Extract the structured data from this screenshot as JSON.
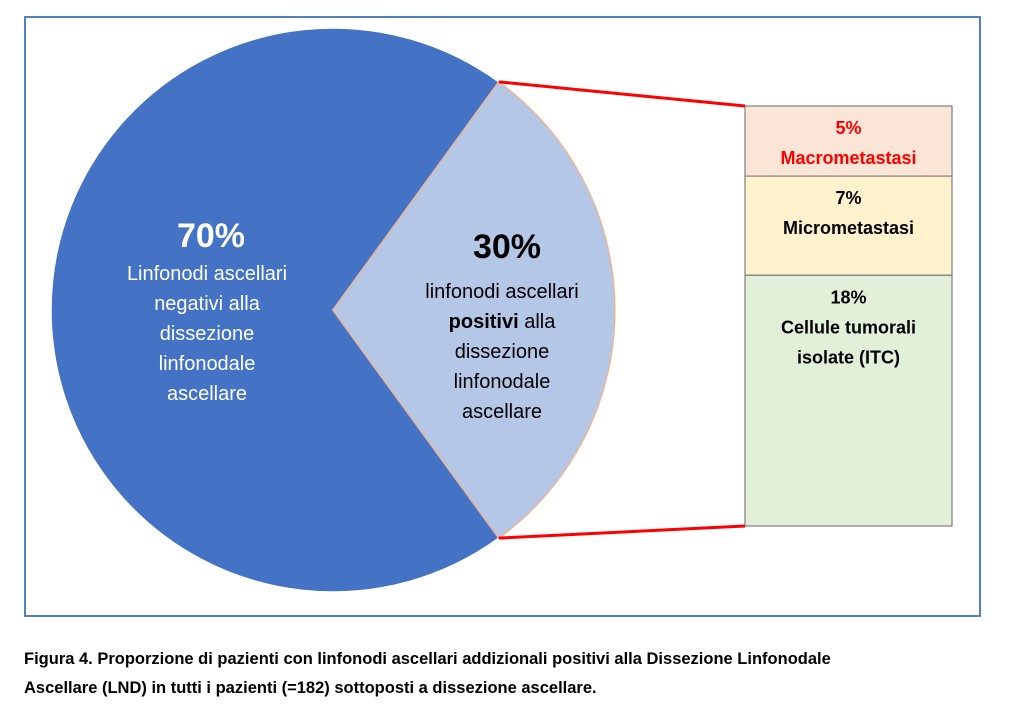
{
  "chart_data": {
    "type": "pie",
    "subtype": "bar-of-pie",
    "slices": [
      {
        "value": 70,
        "percent_label": "70%",
        "label_lines": [
          "Linfonodi ascellari",
          "negativi alla",
          "dissezione",
          "linfonodale",
          "ascellare"
        ],
        "color": "#4472c4",
        "text_color": "#ffffff"
      },
      {
        "value": 30,
        "percent_label": "30%",
        "label_lines": [
          [
            {
              "text": "linfonodi ascellari",
              "bold": false
            }
          ],
          [
            {
              "text": "positivi",
              "bold": true
            },
            {
              "text": " alla",
              "bold": false
            }
          ],
          [
            {
              "text": "dissezione",
              "bold": false
            }
          ],
          [
            {
              "text": "linfonodale",
              "bold": false
            }
          ],
          [
            {
              "text": "ascellare",
              "bold": false
            }
          ]
        ],
        "color": "#b4c7e7",
        "text_color": "#000000"
      }
    ],
    "breakdown": [
      {
        "value": 5,
        "percent_label": "5%",
        "label_lines": [
          "Macrometastasi"
        ],
        "color": "#fbe5d6",
        "text_color": "#ff0000"
      },
      {
        "value": 7,
        "percent_label": "7%",
        "label_lines": [
          "Micrometastasi"
        ],
        "color": "#fff2cc",
        "text_color": "#000000"
      },
      {
        "value": 18,
        "percent_label": "18%",
        "label_lines": [
          "Cellule tumorali",
          "isolate (ITC)"
        ],
        "color": "#e2f0d9",
        "text_color": "#000000"
      }
    ],
    "connector_color": "#ff0000",
    "frame_color": "#4f81bd"
  },
  "caption": {
    "line1": "Figura 4. Proporzione di pazienti con linfonodi ascellari addizionali positivi alla Dissezione Linfonodale",
    "line2": "Ascellare (LND) in tutti i pazienti (=182) sottoposti a dissezione ascellare."
  }
}
